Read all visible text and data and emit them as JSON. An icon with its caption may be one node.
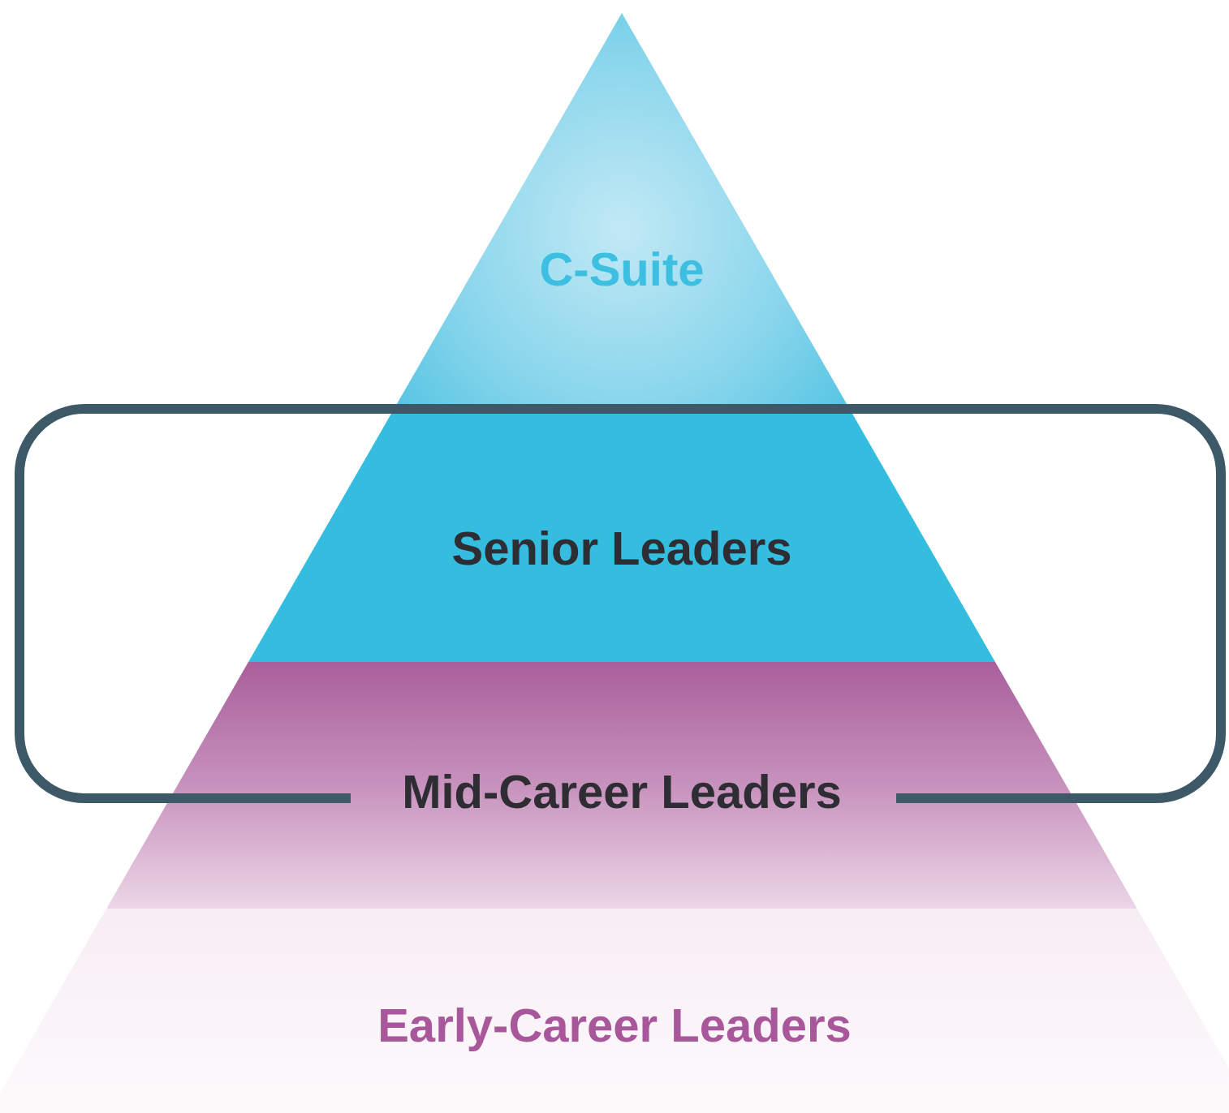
{
  "diagram": {
    "nodes": [
      {
        "text": [
          "C-Suite"
        ]
      },
      {
        "text": [
          "Senior Leaders"
        ]
      },
      {
        "text": [
          "Mid-Career Leaders"
        ]
      },
      {
        "text": [
          "Early-Career Leaders"
        ]
      }
    ]
  }
}
